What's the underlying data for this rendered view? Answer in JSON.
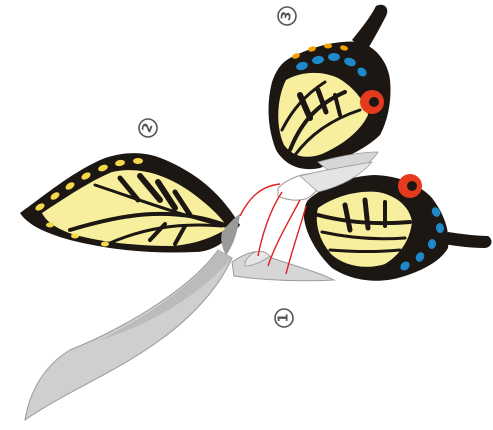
{
  "steps": [
    {
      "number": "1",
      "part": "tail"
    },
    {
      "number": "2",
      "part": "left-wing"
    },
    {
      "number": "3",
      "part": "top-wing"
    }
  ],
  "colors": {
    "wing_yellow": "#f7ef9e",
    "wing_black": "#1c1712",
    "spot_blue": "#1e88c8",
    "spot_red": "#e63a1e",
    "spot_orange": "#f5a000",
    "tail_gray": "#cfcfcf",
    "tail_stroke": "#9a9a9a",
    "string_red": "#e02020",
    "hub_white": "#ffffff"
  }
}
